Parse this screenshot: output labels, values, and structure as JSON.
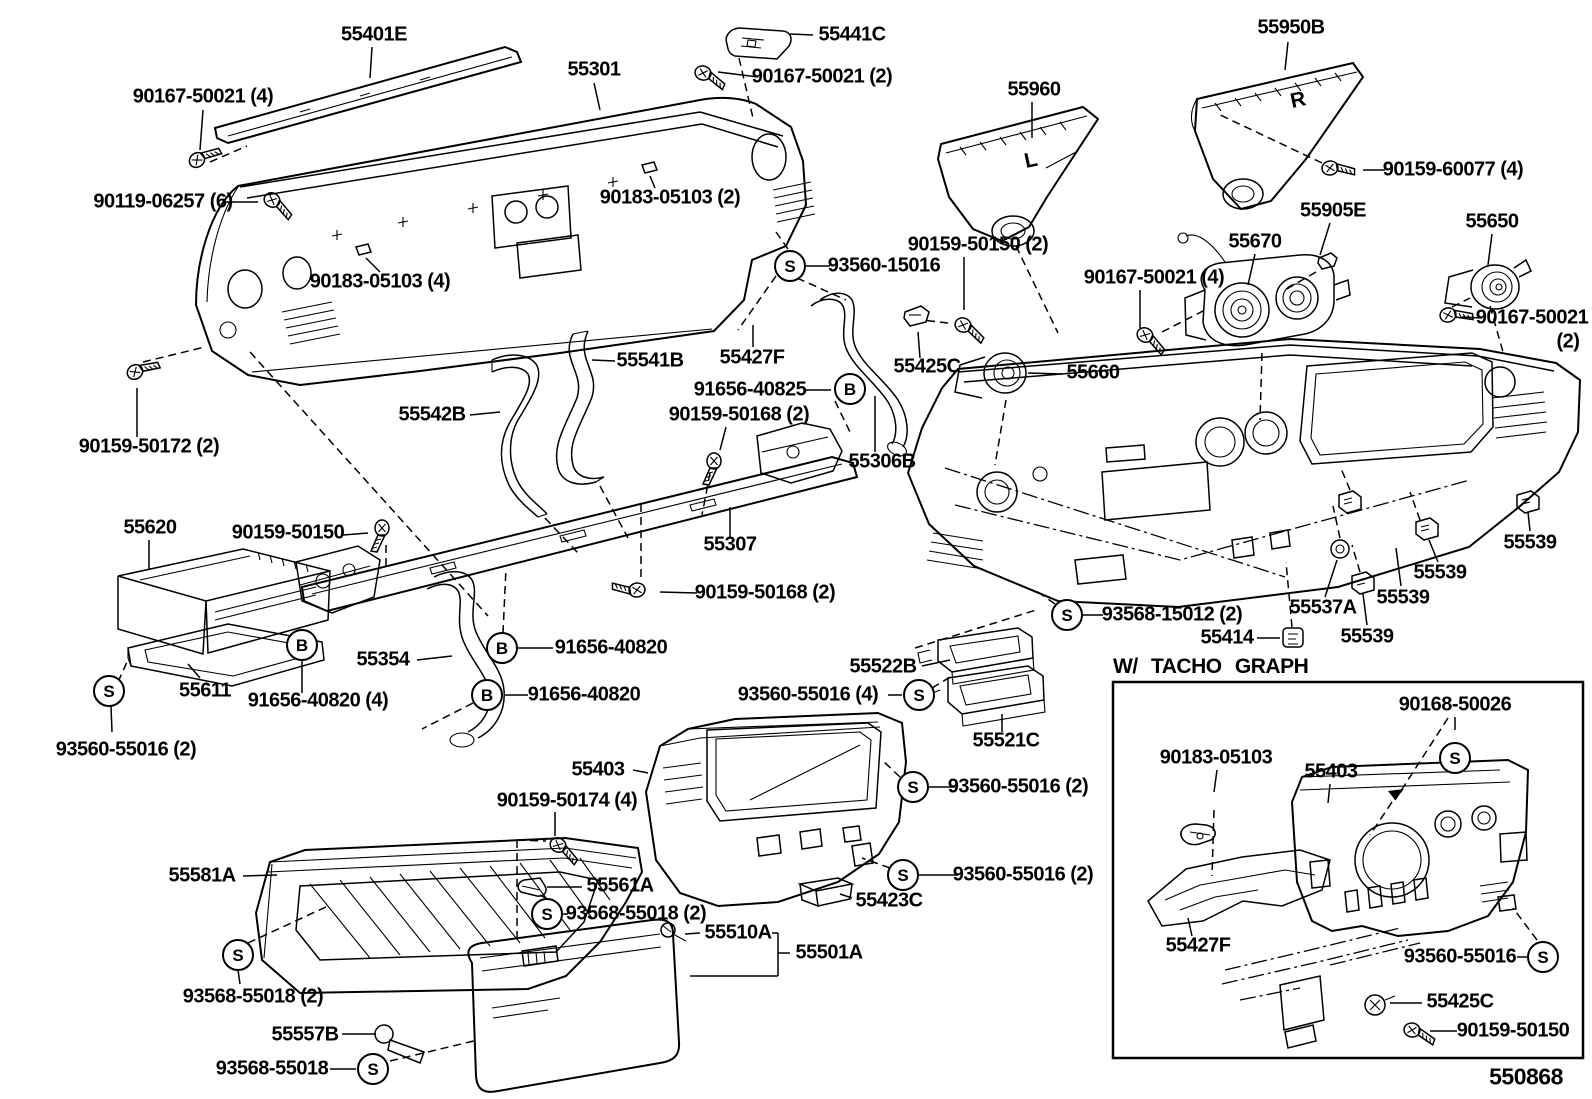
{
  "figure_code": "550868",
  "inset": {
    "title": "W/ TACHO GRAPH"
  },
  "duct_markings": {
    "left_duct": "L",
    "right_duct": "R"
  },
  "fastener_symbols": {
    "screw": "S",
    "bolt": "B"
  },
  "parts": {
    "p55401E": "55401E",
    "p55301": "55301",
    "p55441C": "55441C",
    "p55960": "55960",
    "p55950B": "55950B",
    "p55905E": "55905E",
    "p55670": "55670",
    "p55650": "55650",
    "p55660": "55660",
    "p55541B": "55541B",
    "p55427F": "55427F",
    "p55425C": "55425C",
    "p55542B": "55542B",
    "p55306B": "55306B",
    "p55307": "55307",
    "p55620": "55620",
    "p55611": "55611",
    "p55354": "55354",
    "p55537A": "55537A",
    "p55414": "55414",
    "p55539": "55539",
    "p55522B": "55522B",
    "p55521C": "55521C",
    "p55581A": "55581A",
    "p55403": "55403",
    "p55561A": "55561A",
    "p55510A": "55510A",
    "p55501A": "55501A",
    "p55423C": "55423C",
    "p55557B": "55557B"
  },
  "fasteners": {
    "f90167_50021_x4": "90167-50021 (4)",
    "f90167_50021_x2": "90167-50021 (2)",
    "f90167_50021": "90167-50021",
    "f_x2": "(2)",
    "f90119_06257_x6": "90119-06257 (6)",
    "f90183_05103_x2": "90183-05103 (2)",
    "f90183_05103_x4": "90183-05103 (4)",
    "f90183_05103": "90183-05103",
    "f90159_60077_x4": "90159-60077 (4)",
    "f90159_50150_x2": "90159-50150 (2)",
    "f90159_50150": "90159-50150",
    "f93560_15016": "93560-15016",
    "f91656_40825": "91656-40825",
    "f90159_50168_x2": "90159-50168 (2)",
    "f90159_50172_x2": "90159-50172 (2)",
    "f93568_15012_x2": "93568-15012 (2)",
    "f91656_40820_x4": "91656-40820 (4)",
    "f91656_40820": "91656-40820",
    "f93560_55016_x2": "93560-55016 (2)",
    "f93560_55016_x4": "93560-55016 (4)",
    "f93560_55016": "93560-55016",
    "f90159_50174_x4": "90159-50174 (4)",
    "f93568_55018_x2": "93568-55018 (2)",
    "f93568_55018": "93568-55018",
    "f90168_50026": "90168-50026"
  }
}
